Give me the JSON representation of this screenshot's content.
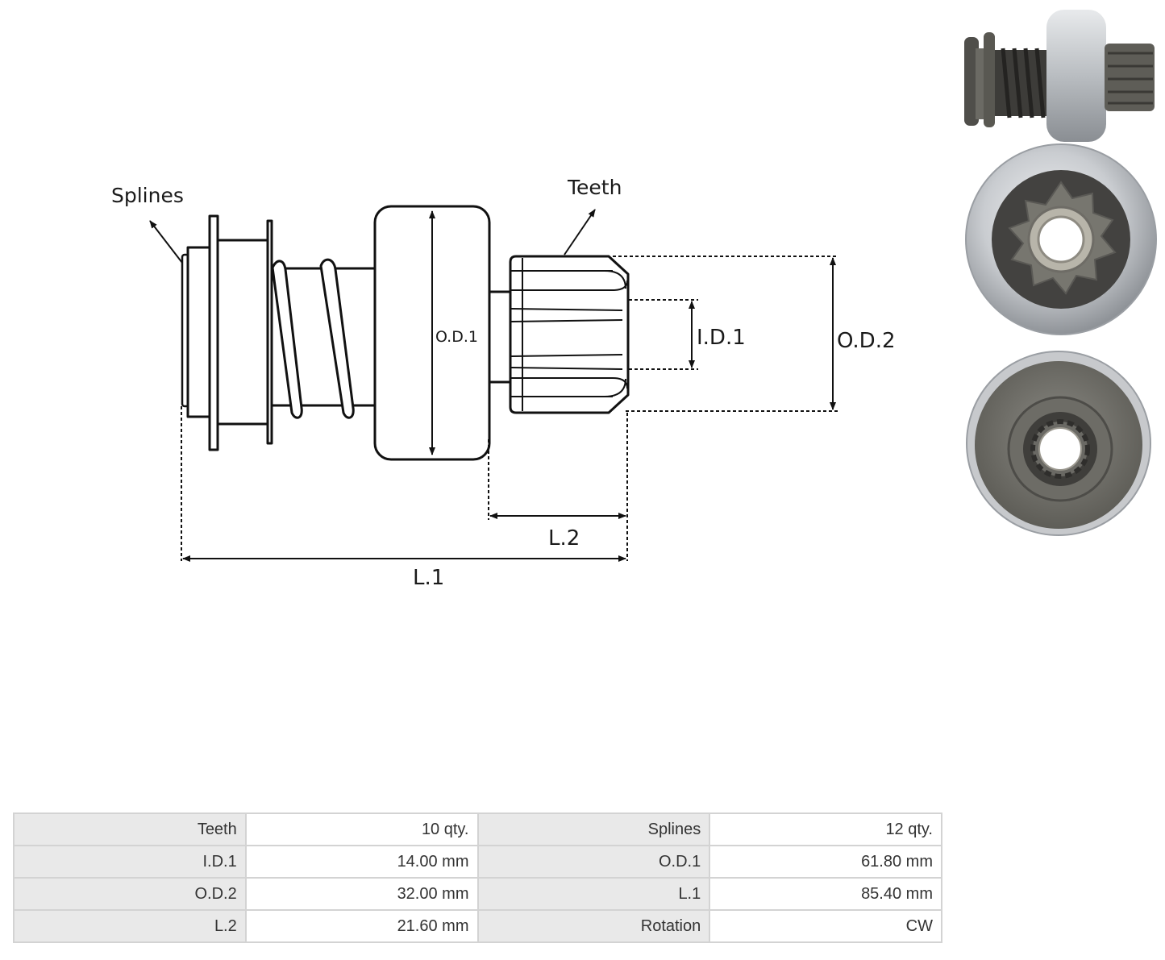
{
  "diagram": {
    "labels": {
      "splines": "Splines",
      "teeth": "Teeth",
      "od1": "O.D.1",
      "id1": "I.D.1",
      "od2": "O.D.2",
      "l2": "L.2",
      "l1": "L.1"
    }
  },
  "photos": [
    {
      "view": "side view of starter drive"
    },
    {
      "view": "front view showing pinion teeth"
    },
    {
      "view": "rear view showing splines"
    }
  ],
  "specs": {
    "rows": [
      {
        "k1": "Teeth",
        "v1": "10 qty.",
        "k2": "Splines",
        "v2": "12 qty."
      },
      {
        "k1": "I.D.1",
        "v1": "14.00 mm",
        "k2": "O.D.1",
        "v2": "61.80 mm"
      },
      {
        "k1": "O.D.2",
        "v1": "32.00 mm",
        "k2": "L.1",
        "v2": "85.40 mm"
      },
      {
        "k1": "L.2",
        "v1": "21.60 mm",
        "k2": "Rotation",
        "v2": "CW"
      }
    ]
  }
}
